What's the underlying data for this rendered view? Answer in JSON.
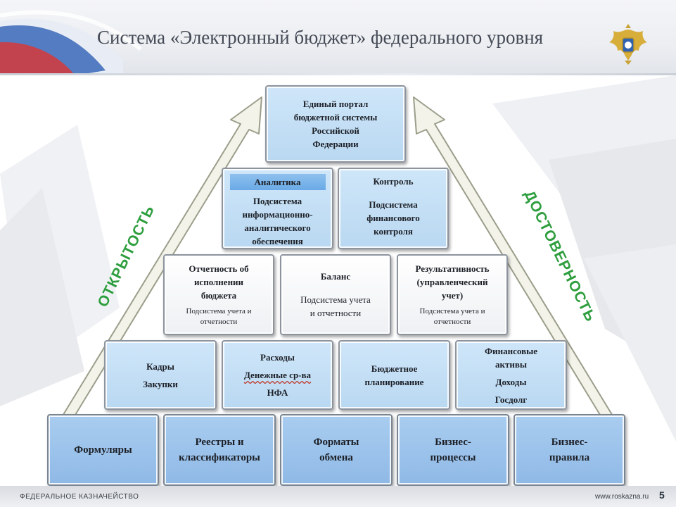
{
  "header": {
    "title": "Система «Электронный бюджет» федерального уровня"
  },
  "side_labels": {
    "left": "ОТКРЫТОСТЬ",
    "right": "ДОСТОВЕРНОСТЬ"
  },
  "pyramid": {
    "top": {
      "lines": [
        "Единый портал",
        "бюджетной системы",
        "Российской",
        "Федерации"
      ]
    },
    "level2": [
      {
        "head": "Аналитика",
        "sub": [
          "Подсистема",
          "информационно-",
          "аналитического",
          "обеспечения"
        ]
      },
      {
        "head": "Контроль",
        "sub": [
          "Подсистема",
          "финансового",
          "контроля"
        ]
      }
    ],
    "level3": [
      {
        "head": [
          "Отчетность об",
          "исполнении",
          "бюджета"
        ],
        "sub": [
          "Подсистема учета и",
          "отчетности"
        ]
      },
      {
        "head": [
          "Баланс"
        ],
        "sub": [
          "Подсистема учета",
          "и отчетности"
        ]
      },
      {
        "head": [
          "Результативность",
          "(управленческий",
          "учет)"
        ],
        "sub": [
          "Подсистема учета и",
          "отчетности"
        ]
      }
    ],
    "level4": [
      {
        "items": [
          "Кадры",
          "Закупки"
        ]
      },
      {
        "items": [
          "Расходы",
          "Денежные ср-ва",
          "НФА"
        ]
      },
      {
        "items": [
          "Бюджетное",
          "планирование"
        ]
      },
      {
        "items": [
          "Финансовые",
          "активы",
          "Доходы",
          "Госдолг"
        ]
      }
    ],
    "base": [
      {
        "lines": [
          "Формуляры"
        ]
      },
      {
        "lines": [
          "Реестры и",
          "классификаторы"
        ]
      },
      {
        "lines": [
          "Форматы",
          "обмена"
        ]
      },
      {
        "lines": [
          "Бизнес-",
          "процессы"
        ]
      },
      {
        "lines": [
          "Бизнес-",
          "правила"
        ]
      }
    ]
  },
  "footer": {
    "org": "ФЕДЕРАЛЬНОЕ КАЗНАЧЕЙСТВО",
    "url": "www.roskazna.ru",
    "page": "5"
  },
  "colors": {
    "accent_green": "#2e9e3e",
    "box_blue": "#c4dff5",
    "base_blue": "#9ec5ec"
  }
}
